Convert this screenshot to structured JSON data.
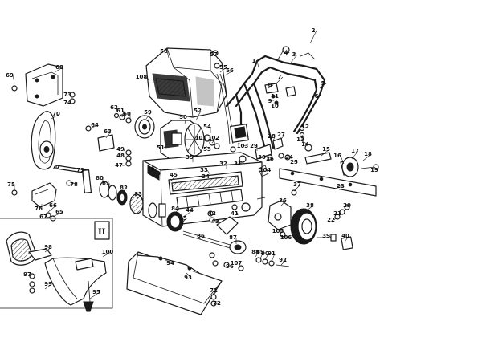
{
  "diagram": {
    "callouts": [
      "1",
      "2",
      "3",
      "4",
      "5",
      "6",
      "7",
      "8",
      "9",
      "10",
      "11",
      "12",
      "13",
      "14",
      "15",
      "16",
      "17",
      "18",
      "19",
      "20",
      "21",
      "22",
      "23",
      "24",
      "25",
      "26",
      "27",
      "28",
      "29",
      "30",
      "31",
      "32",
      "33",
      "34",
      "35",
      "36",
      "37",
      "38",
      "39",
      "40",
      "41",
      "42",
      "43",
      "44",
      "45",
      "46",
      "47",
      "48",
      "49",
      "50",
      "51",
      "52",
      "53",
      "54",
      "55",
      "56",
      "57",
      "58",
      "59",
      "60",
      "61",
      "62",
      "63",
      "64",
      "65",
      "66",
      "67",
      "68",
      "69",
      "70",
      "71",
      "72",
      "73",
      "74",
      "75",
      "76",
      "77",
      "78",
      "79",
      "80",
      "81",
      "82",
      "83",
      "84",
      "85",
      "86",
      "87",
      "88",
      "89",
      "90",
      "91",
      "92",
      "93",
      "94",
      "95",
      "96",
      "97",
      "98",
      "99",
      "100",
      "101",
      "102",
      "103",
      "104",
      "105",
      "106",
      "107",
      "108"
    ],
    "inset_mark": "II"
  }
}
